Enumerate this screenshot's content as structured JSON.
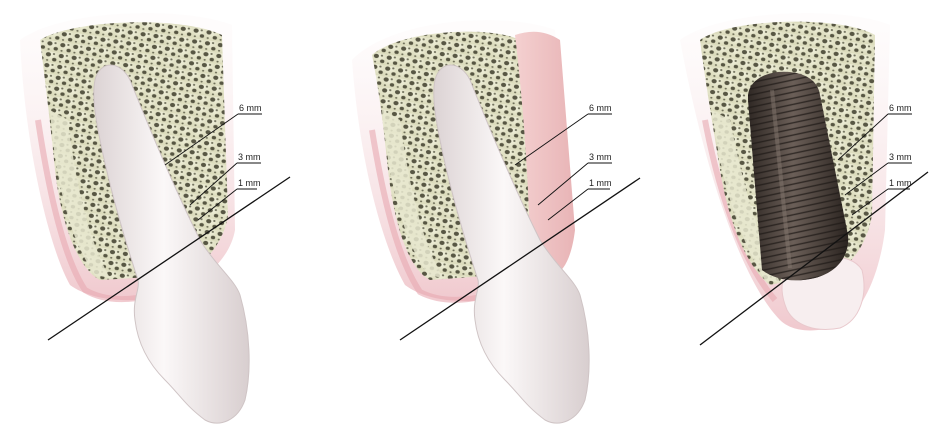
{
  "panels": [
    {
      "name": "natural-tooth",
      "labels": {
        "depth_6": "6 mm",
        "depth_3": "3 mm",
        "depth_1": "1 mm"
      }
    },
    {
      "name": "tooth-with-graft",
      "labels": {
        "depth_6": "6 mm",
        "depth_3": "3 mm",
        "depth_1": "1 mm"
      }
    },
    {
      "name": "implant",
      "labels": {
        "depth_6": "6 mm",
        "depth_3": "3 mm",
        "depth_1": "1 mm"
      }
    }
  ],
  "colors": {
    "gingiva": "#f3d3d6",
    "gingiva_edge": "#e7a9b1",
    "bone": "#e8e8cf",
    "bone_pore": "#3e3d2b",
    "tooth": "#f6f2f2",
    "tooth_shade": "#d9cfd0",
    "implant": "#4a403b",
    "graft": "#efc4c4"
  }
}
